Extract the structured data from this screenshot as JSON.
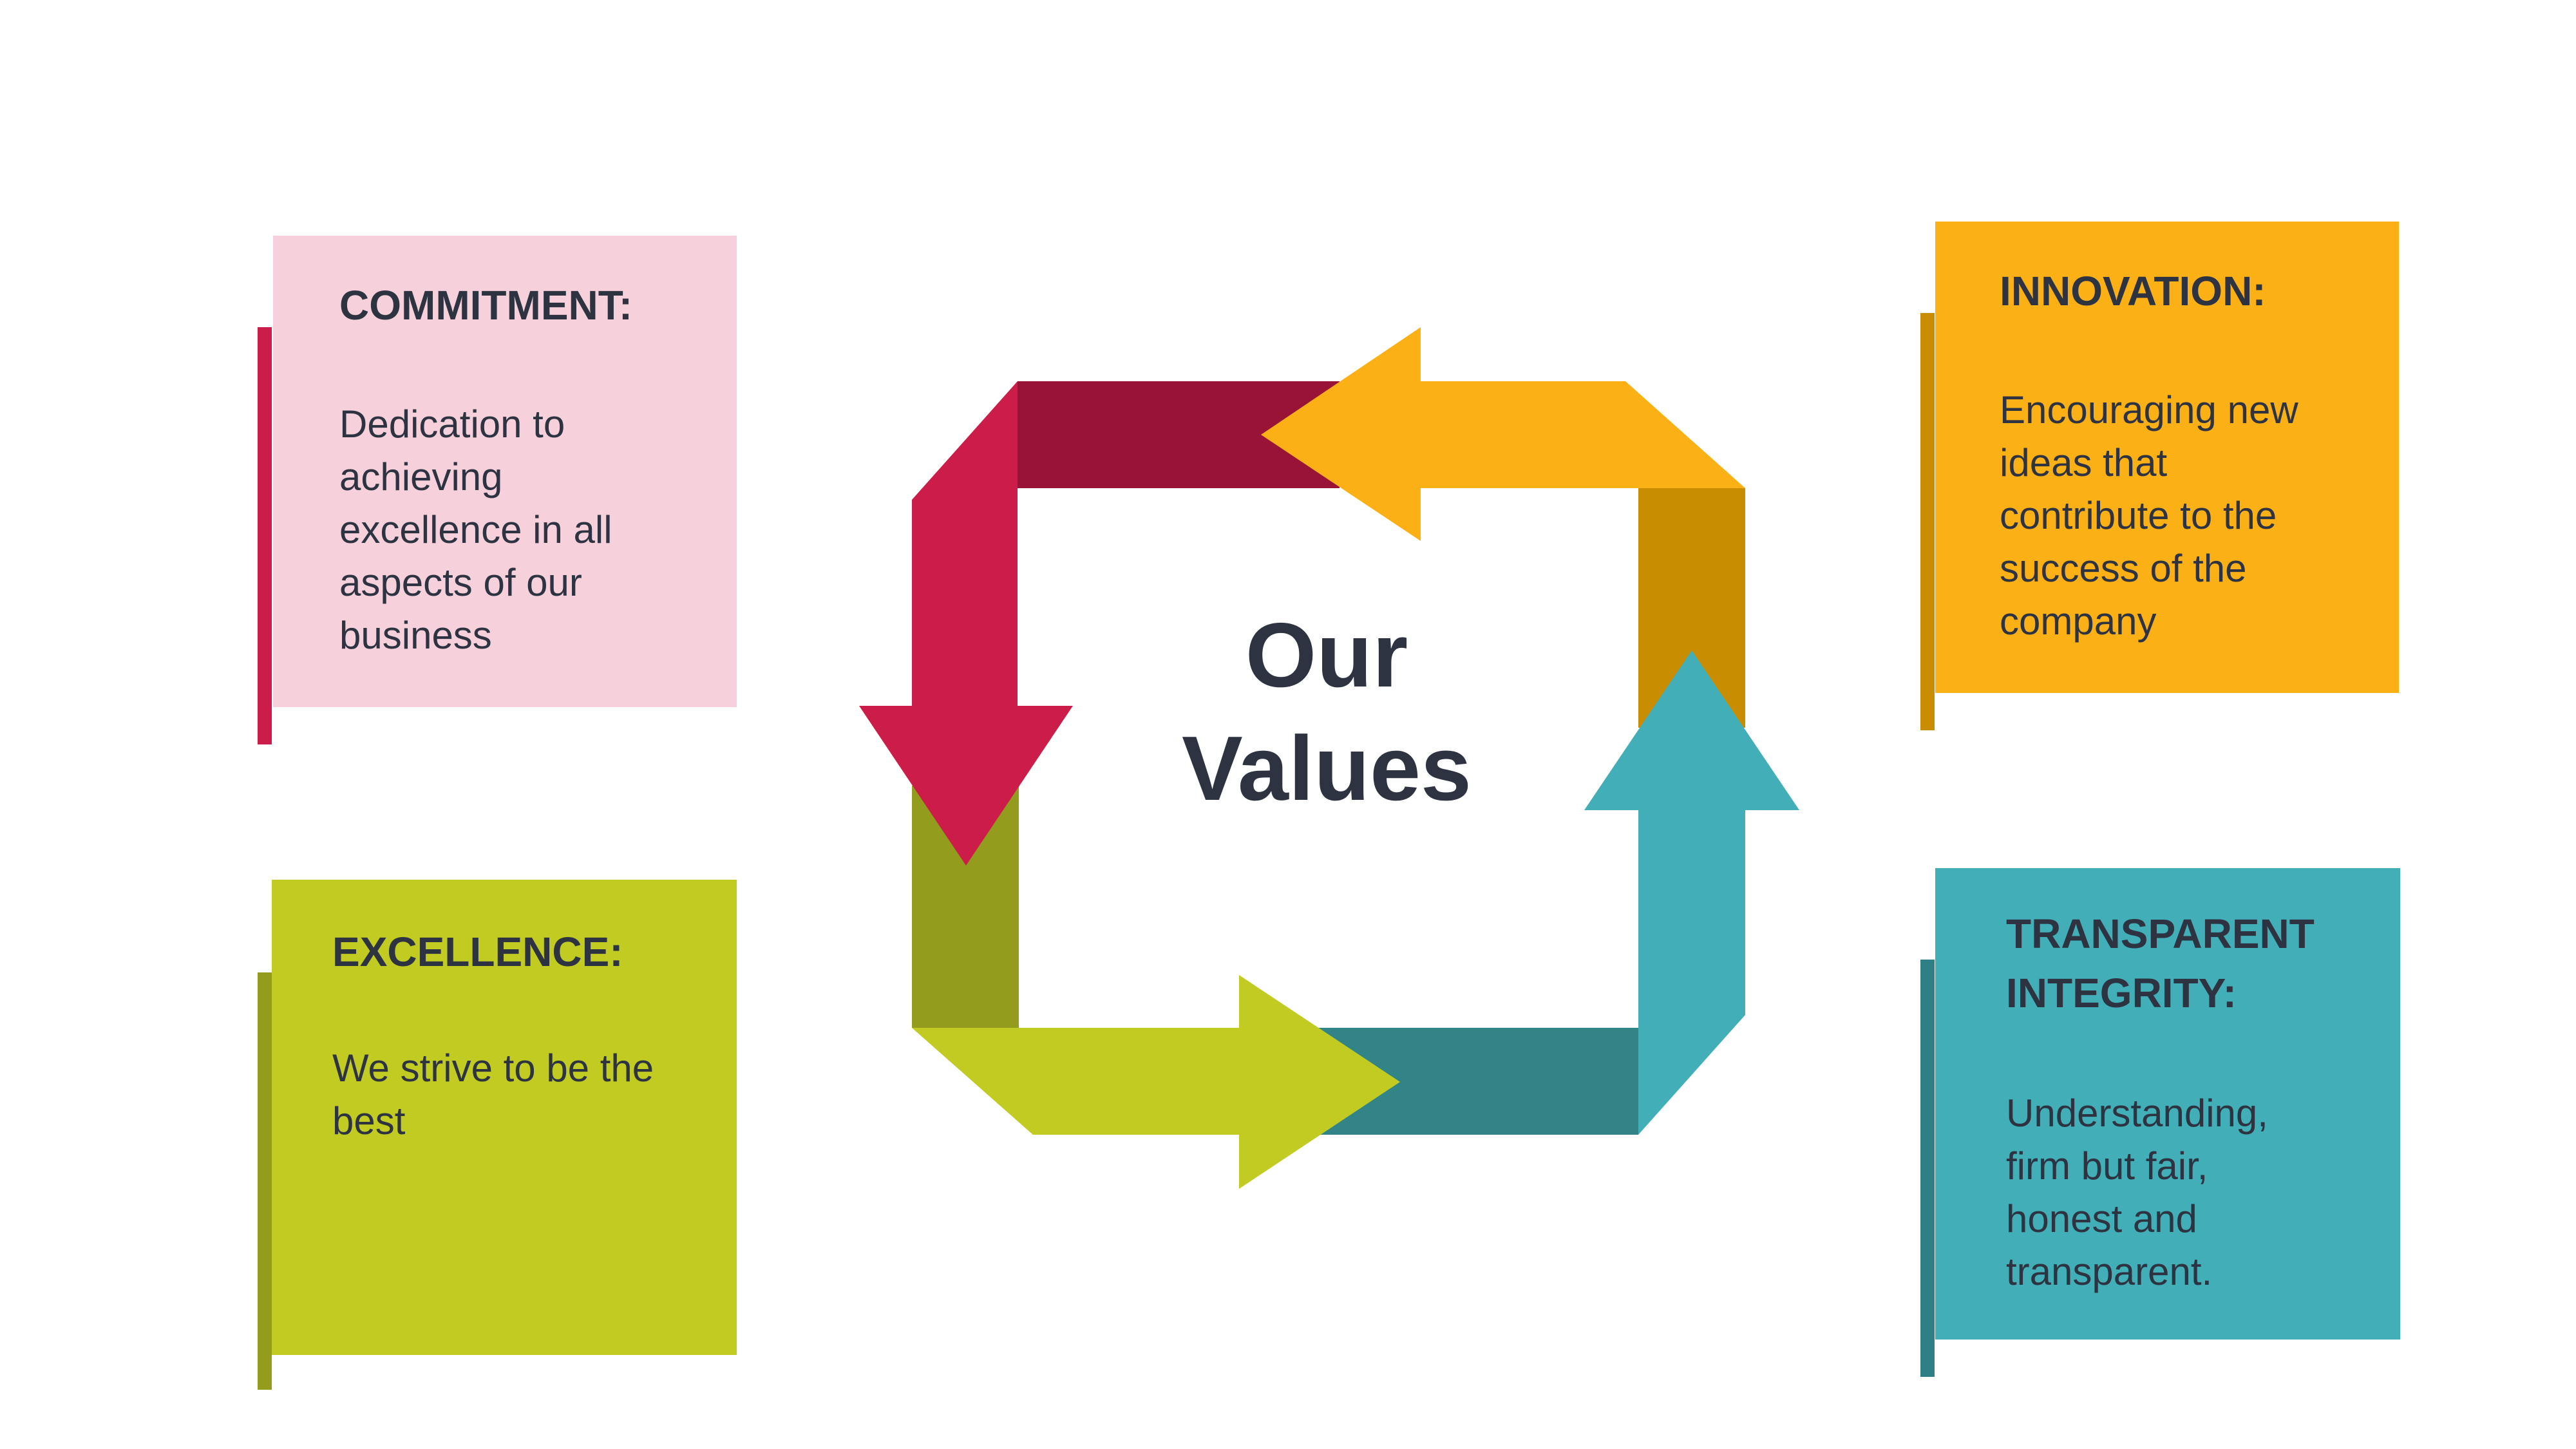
{
  "center": {
    "line1": "Our",
    "line2": "Values"
  },
  "cards": {
    "commitment": {
      "title": "COMMITMENT:",
      "body": [
        "Dedication to",
        "achieving",
        "excellence in all",
        "aspects of our",
        "business"
      ],
      "color": "#f6d1db",
      "accent": "#cc1d4a"
    },
    "innovation": {
      "title": "INNOVATION:",
      "body": [
        "Encouraging new",
        "ideas that",
        "contribute to the",
        "success of the",
        "company"
      ],
      "color": "#fbb116",
      "accent": "#c98d02"
    },
    "excellence": {
      "title": "EXCELLENCE:",
      "body": [
        "We strive to be the",
        "best"
      ],
      "color": "#c1cb22",
      "accent": "#939c1c"
    },
    "integrity": {
      "title_lines": [
        "TRANSPARENT",
        "INTEGRITY:"
      ],
      "body": [
        "Understanding,",
        "firm but fair,",
        "honest and",
        "transparent."
      ],
      "color": "#42aeb8",
      "accent": "#2f7f86"
    }
  },
  "arrow_colors": {
    "red": "#cc1d4a",
    "dark_red": "#991336",
    "orange": "#fbb116",
    "dark_orange": "#c98d02",
    "teal": "#42aeb8",
    "dark_teal": "#328487",
    "green": "#c1cb22",
    "dark_green": "#939c1c"
  }
}
